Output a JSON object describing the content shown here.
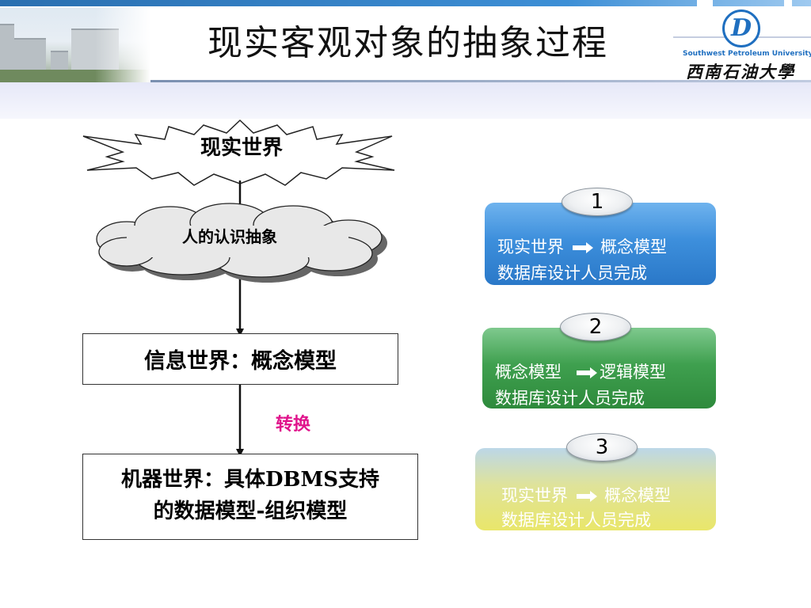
{
  "header": {
    "title": "现实客观对象的抽象过程",
    "university_en": "Southwest Petroleum University",
    "university_cn": "西南石油大學"
  },
  "diagram": {
    "real_world": "现实世界",
    "human_cognition": "人的认识抽象",
    "info_world": "信息世界：概念模型",
    "convert_label": "转换",
    "machine_world_line1": "机器世界：具体DBMS支持",
    "machine_world_line2": "的数据模型-组织模型"
  },
  "steps": [
    {
      "number": "1",
      "from": "现实世界",
      "to": "概念模型",
      "note": "数据库设计人员完成"
    },
    {
      "number": "2",
      "from": "概念模型",
      "to": "逻辑模型",
      "note": "数据库设计人员完成"
    },
    {
      "number": "3",
      "from": "现实世界",
      "to": "概念模型",
      "note": "数据库设计人员完成"
    }
  ],
  "colors": {
    "card1": "#3d8fdc",
    "card2": "#3fa04f",
    "card3": "#e9e66a",
    "convert": "#e0148c"
  }
}
